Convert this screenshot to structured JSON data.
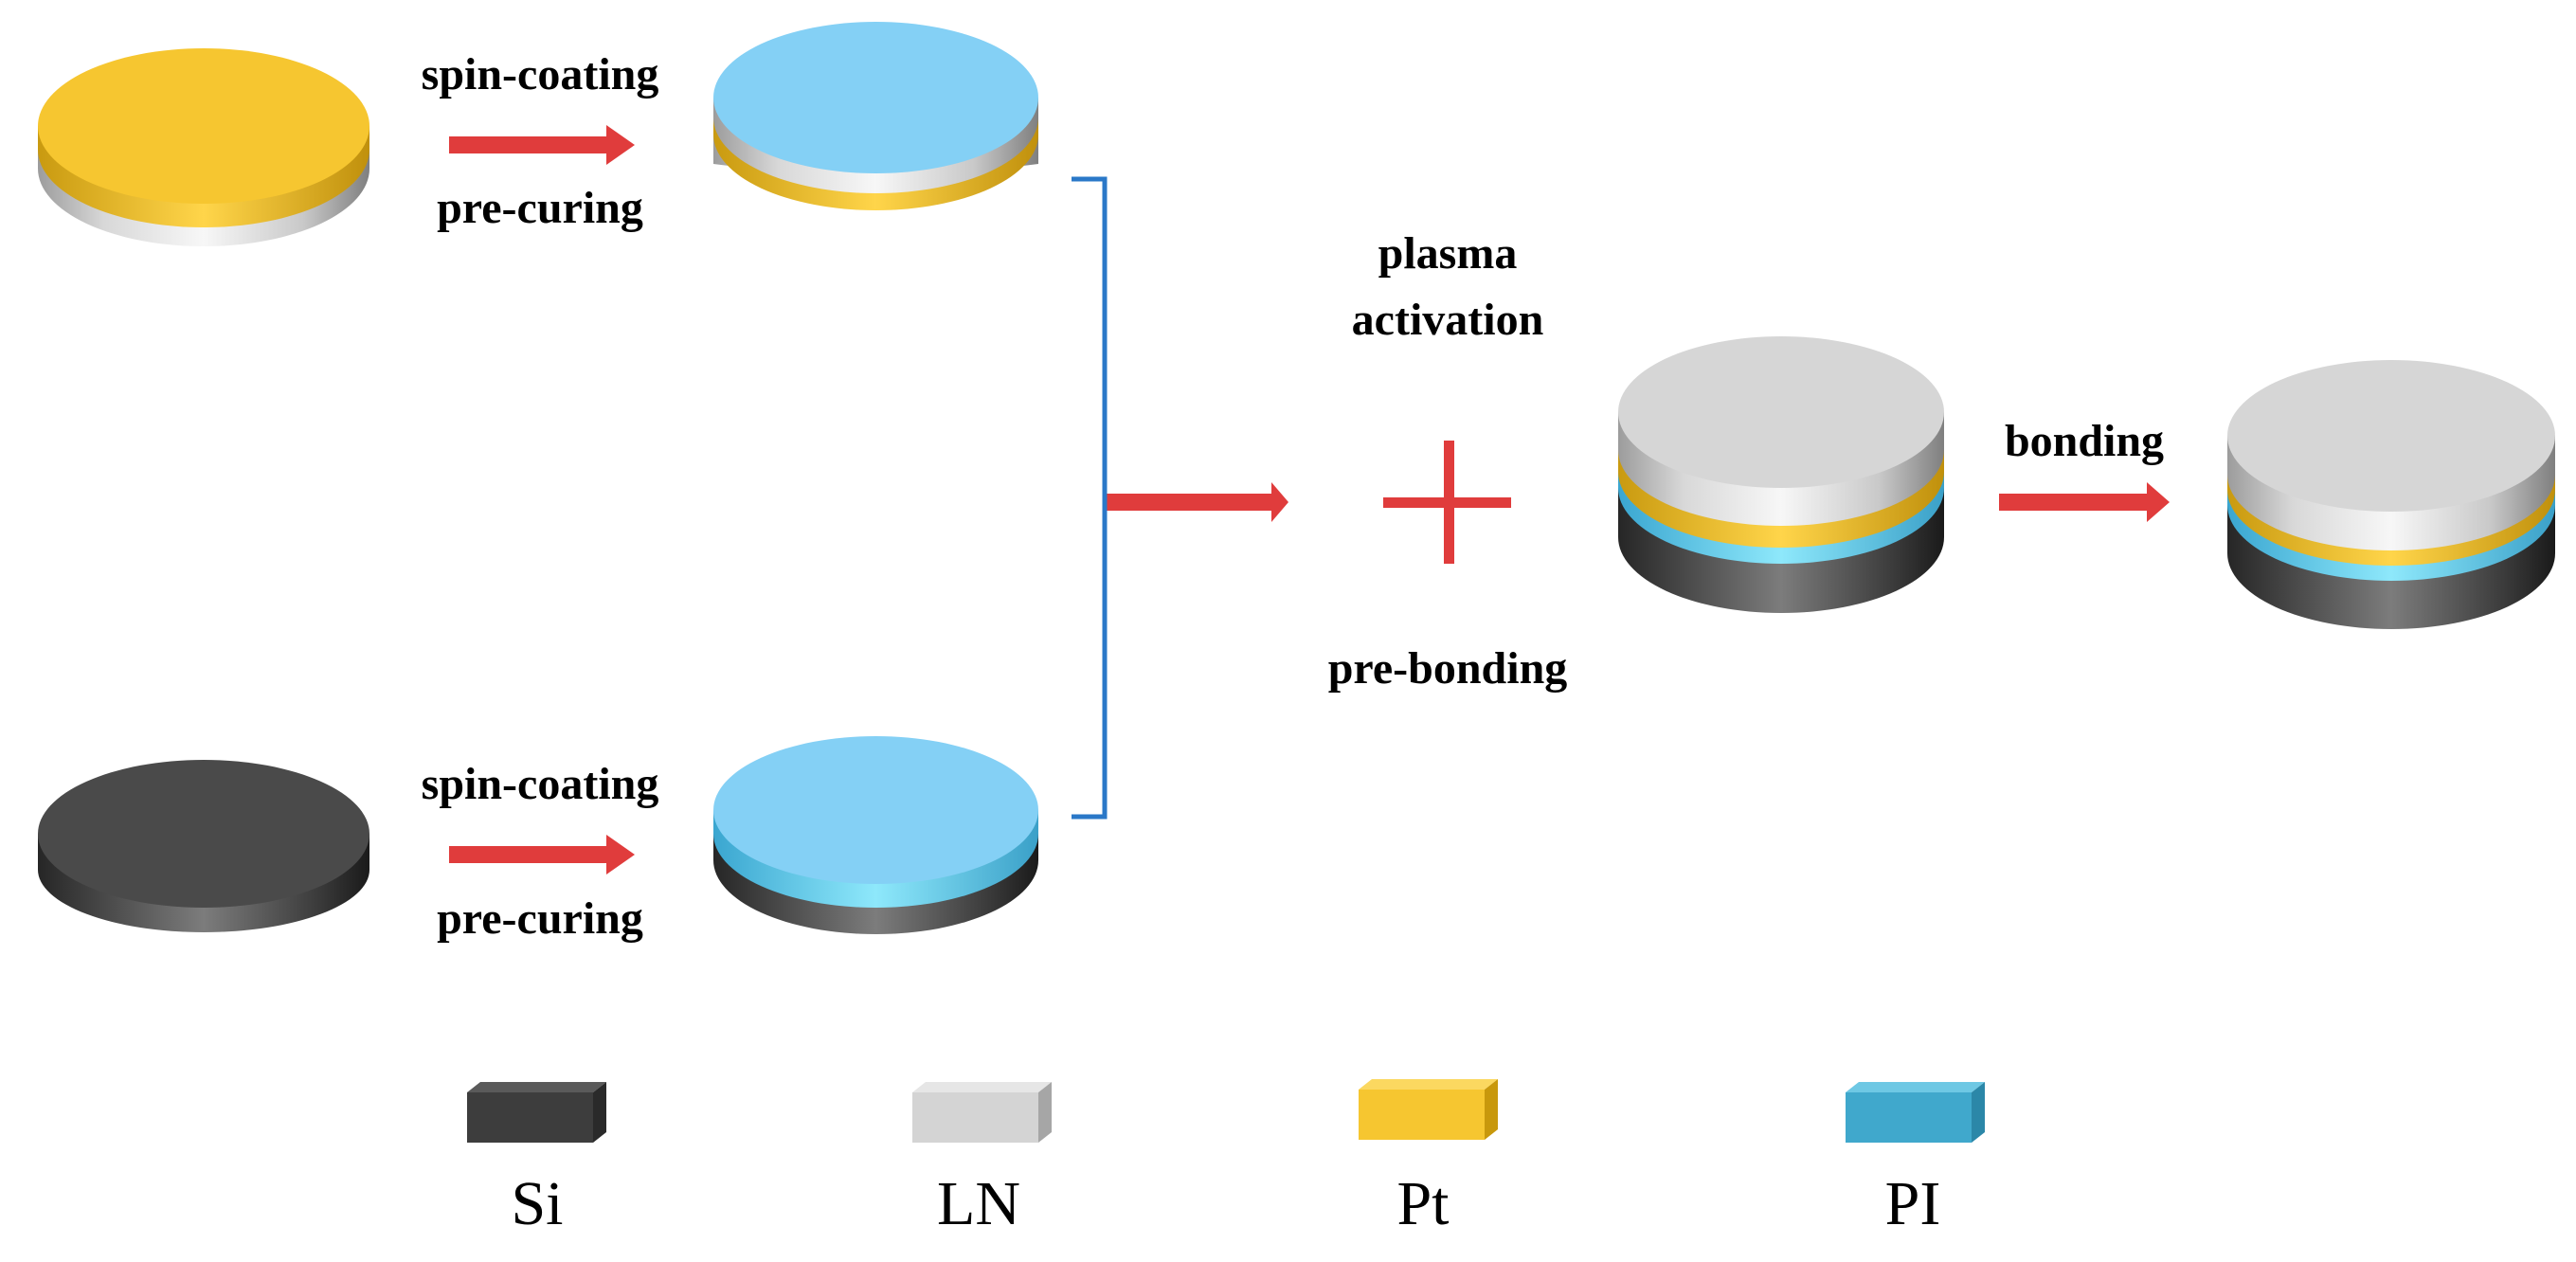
{
  "labels": {
    "spin_coating_top": "spin-coating",
    "pre_curing_top": "pre-curing",
    "spin_coating_bottom": "spin-coating",
    "pre_curing_bottom": "pre-curing",
    "plasma": "plasma",
    "activation": "activation",
    "pre_bonding": "pre-bonding",
    "bonding": "bonding"
  },
  "legend": [
    {
      "key": "si",
      "label": "Si",
      "color": "#3d3d3d"
    },
    {
      "key": "ln",
      "label": "LN",
      "color": "#d4d4d4"
    },
    {
      "key": "pt",
      "label": "Pt",
      "color": "#f6c630"
    },
    {
      "key": "pi",
      "label": "PI",
      "color": "#40a8cc"
    }
  ],
  "colors": {
    "arrow": "#e03c3c",
    "bracket": "#2a78c8",
    "si_top": "#4a4a4a",
    "ln_top": "#d6d6d6",
    "pt_top": "#f6c630",
    "pi_top": "#84d0f5",
    "pi_side": "#6cd4f2"
  },
  "icons": [
    "wafer-disk",
    "right-arrow",
    "plus-sign",
    "bracket",
    "material-swatch"
  ]
}
